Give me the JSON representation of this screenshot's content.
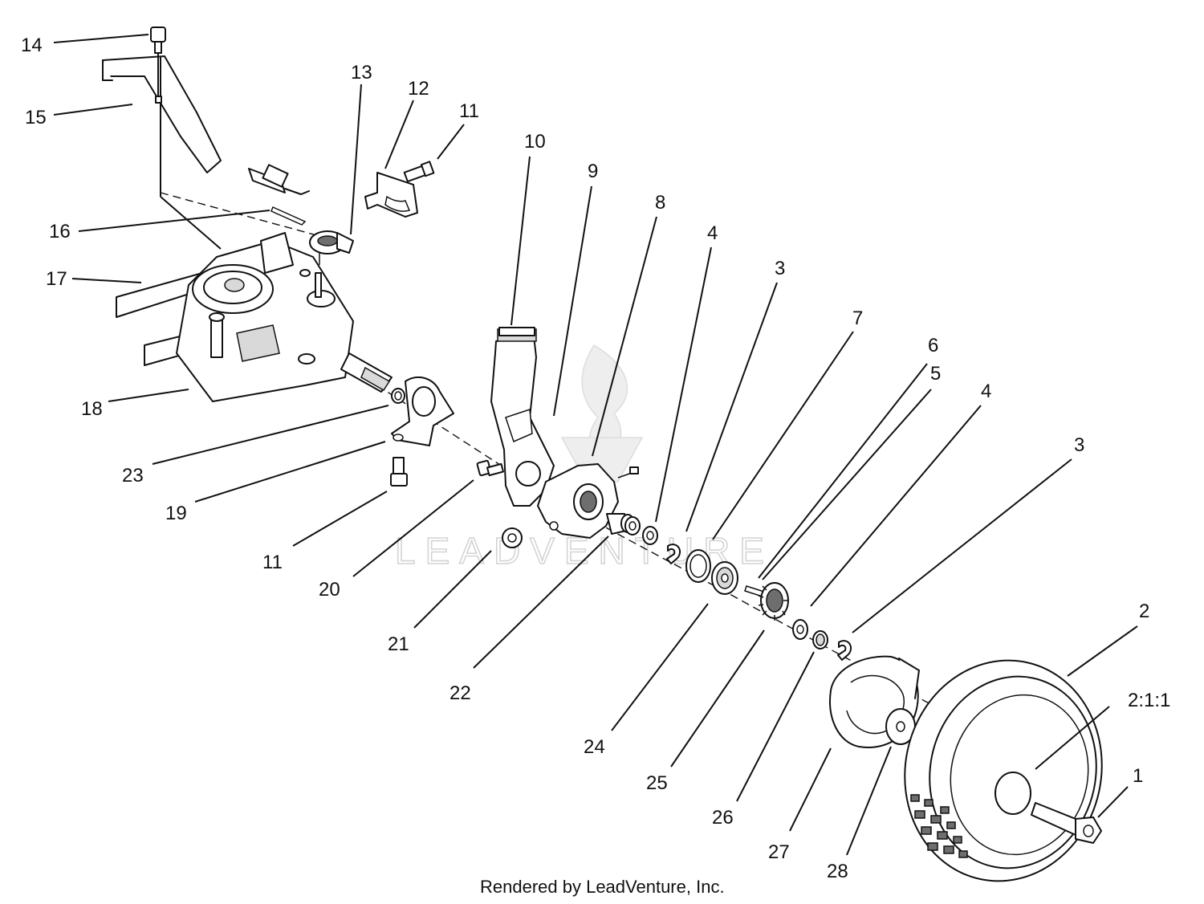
{
  "callouts": [
    {
      "id": "c14",
      "label": "14"
    },
    {
      "id": "c15",
      "label": "15"
    },
    {
      "id": "c13",
      "label": "13"
    },
    {
      "id": "c12",
      "label": "12"
    },
    {
      "id": "c11a",
      "label": "11"
    },
    {
      "id": "c10",
      "label": "10"
    },
    {
      "id": "c9",
      "label": "9"
    },
    {
      "id": "c8",
      "label": "8"
    },
    {
      "id": "c4a",
      "label": "4"
    },
    {
      "id": "c3a",
      "label": "3"
    },
    {
      "id": "c7",
      "label": "7"
    },
    {
      "id": "c6",
      "label": "6"
    },
    {
      "id": "c5",
      "label": "5"
    },
    {
      "id": "c4b",
      "label": "4"
    },
    {
      "id": "c3b",
      "label": "3"
    },
    {
      "id": "c16",
      "label": "16"
    },
    {
      "id": "c17",
      "label": "17"
    },
    {
      "id": "c18",
      "label": "18"
    },
    {
      "id": "c23",
      "label": "23"
    },
    {
      "id": "c19",
      "label": "19"
    },
    {
      "id": "c11b",
      "label": "11"
    },
    {
      "id": "c20",
      "label": "20"
    },
    {
      "id": "c21",
      "label": "21"
    },
    {
      "id": "c22",
      "label": "22"
    },
    {
      "id": "c24",
      "label": "24"
    },
    {
      "id": "c25",
      "label": "25"
    },
    {
      "id": "c26",
      "label": "26"
    },
    {
      "id": "c27",
      "label": "27"
    },
    {
      "id": "c28",
      "label": "28"
    },
    {
      "id": "c2",
      "label": "2"
    },
    {
      "id": "c211",
      "label": "2:1:1"
    },
    {
      "id": "c1",
      "label": "1"
    }
  ],
  "credit": "Rendered by LeadVenture, Inc.",
  "watermark": "LEADVENTURE",
  "colors": {
    "line": "#111111",
    "shade": "#d9d9d9",
    "watermark": "#d4d4d4"
  }
}
